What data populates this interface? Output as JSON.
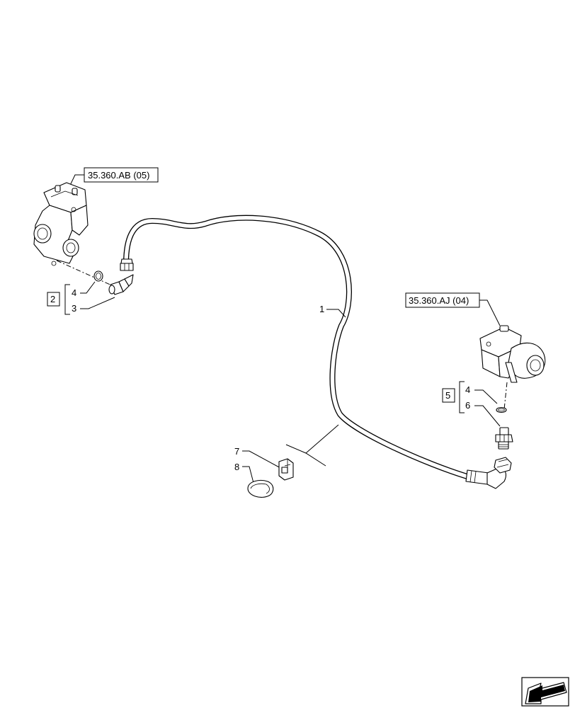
{
  "references": {
    "valve_top_left": "35.360.AB (05)",
    "valve_right": "35.360.AJ (04)"
  },
  "groups": {
    "left_box": "2",
    "right_box": "5"
  },
  "callouts": {
    "hose": "1",
    "left_oring": "4",
    "left_elbow": "3",
    "right_oring": "4",
    "right_adapter": "6",
    "clip": "7",
    "band": "8"
  },
  "icons": {
    "nav_arrow": "arrow-back-icon"
  }
}
